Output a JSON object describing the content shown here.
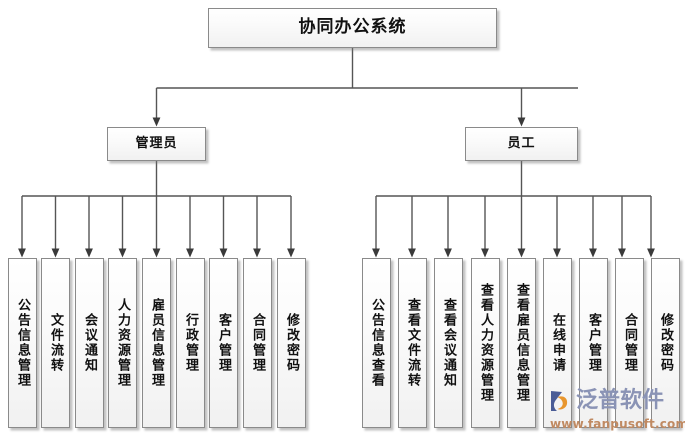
{
  "diagram": {
    "type": "organizational-tree",
    "title": "协同办公系统",
    "root": {
      "label": "协同办公系统"
    },
    "branches": [
      {
        "id": "admin",
        "label": "管理员",
        "children": [
          {
            "label": "公告信息管理"
          },
          {
            "label": "文件流转"
          },
          {
            "label": "会议通知"
          },
          {
            "label": "人力资源管理"
          },
          {
            "label": "雇员信息管理"
          },
          {
            "label": "行政管理"
          },
          {
            "label": "客户管理"
          },
          {
            "label": "合同管理"
          },
          {
            "label": "修改密码"
          }
        ]
      },
      {
        "id": "staff",
        "label": "员工",
        "children": [
          {
            "label": "公告信息查看"
          },
          {
            "label": "查看文件流转"
          },
          {
            "label": "查看会议通知"
          },
          {
            "label": "查看人力资源管理"
          },
          {
            "label": "查看雇员信息管理"
          },
          {
            "label": "在线申请"
          },
          {
            "label": "客户管理"
          },
          {
            "label": "合同管理"
          },
          {
            "label": "修改密码"
          }
        ]
      }
    ]
  },
  "watermark": {
    "brand": "泛普软件",
    "url": "www.fanpusoft.com"
  },
  "colors": {
    "node_border": "#8a8a8a",
    "node_fill_top": "#ffffff",
    "node_fill_bottom": "#f1f1f1",
    "connector": "#555555",
    "text": "#111111",
    "watermark_brand": "#8a93b5",
    "watermark_url": "#c08a62",
    "background": "#ffffff"
  }
}
